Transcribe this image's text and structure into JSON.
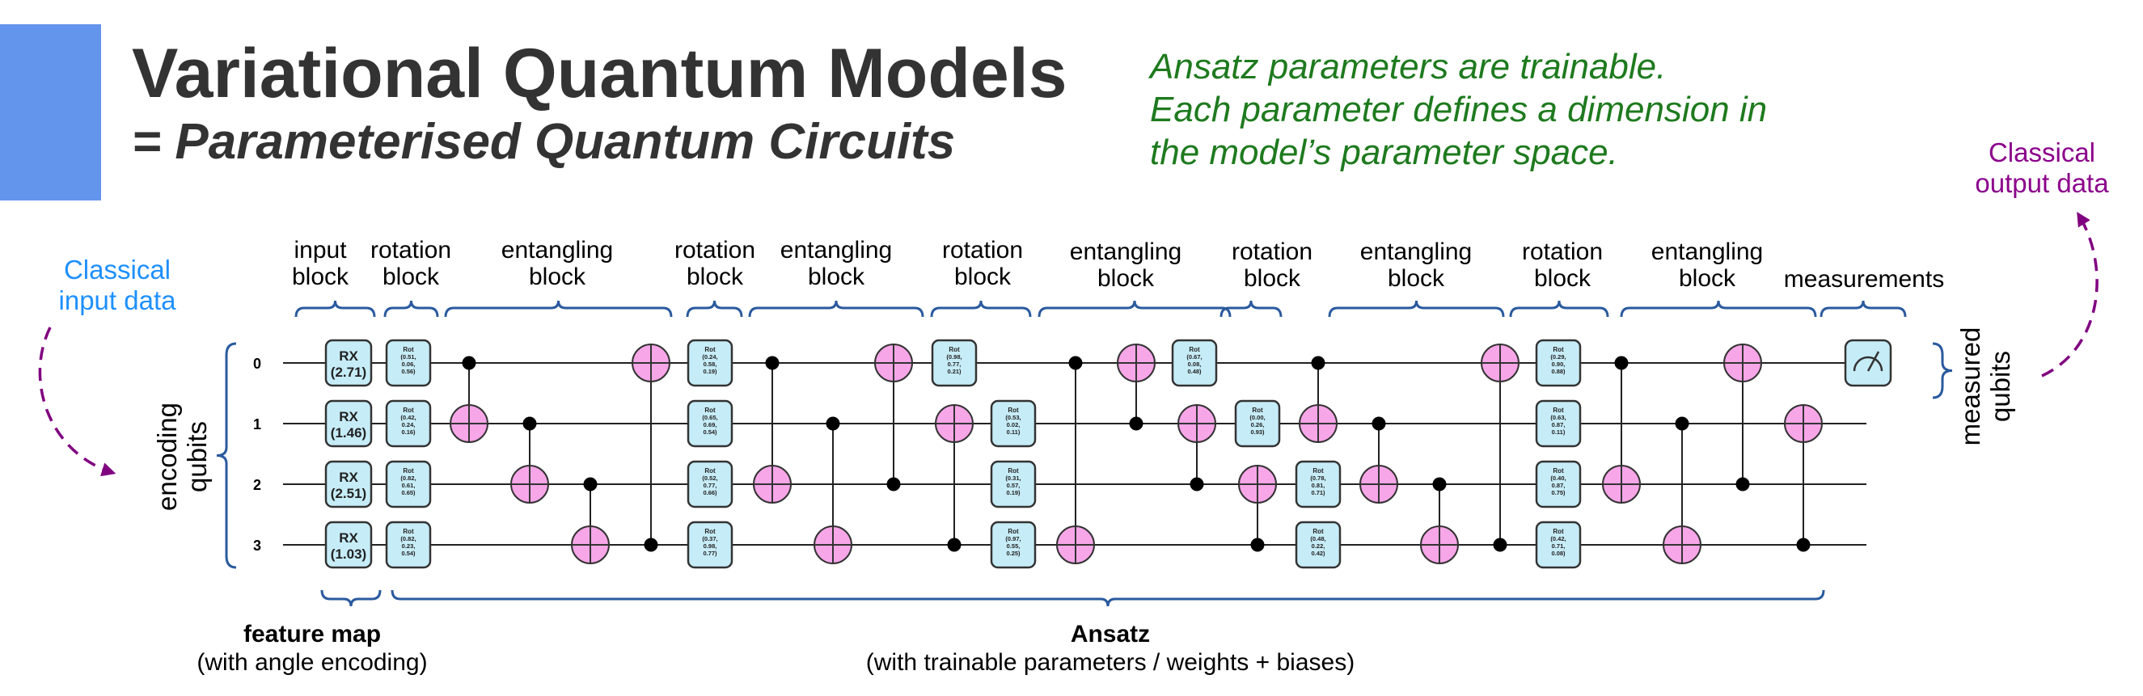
{
  "title": "Variational Quantum Models",
  "subtitle": "= Parameterised Quantum Circuits",
  "note_lines": [
    "Ansatz parameters are trainable.",
    "Each parameter defines a dimension in",
    "the model’s parameter space."
  ],
  "classical_input": [
    "Classical",
    "input data"
  ],
  "classical_output": [
    "Classical",
    "output data"
  ],
  "encoding_qubits": [
    "encoding",
    "qubits"
  ],
  "measured_qubits": [
    "measured",
    "qubits"
  ],
  "qubit_labels": [
    "0",
    "1",
    "2",
    "3"
  ],
  "section_labels": [
    [
      "input",
      "block"
    ],
    [
      "rotation",
      "block"
    ],
    [
      "entangling",
      "block"
    ],
    [
      "rotation",
      "block"
    ],
    [
      "entangling",
      "block"
    ],
    [
      "rotation",
      "block"
    ],
    [
      "entangling",
      "block"
    ],
    [
      "rotation",
      "block"
    ],
    [
      "entangling",
      "block"
    ],
    [
      "rotation",
      "block"
    ],
    [
      "entangling",
      "block"
    ],
    [
      "measurements"
    ]
  ],
  "feature_map": {
    "title": "feature map",
    "subtitle": "(with angle encoding)"
  },
  "ansatz": {
    "title": "Ansatz",
    "subtitle": "(with trainable parameters / weights + biases)"
  },
  "rx_gate_label": "RX",
  "rx_angles": [
    "(2.71)",
    "(1.46)",
    "(2.51)",
    "(1.03)"
  ],
  "rot_gate_label": "Rot",
  "rot_layers": [
    {
      "params": [
        [
          "0.51,",
          "0.06,",
          "0.56)"
        ],
        [
          "0.42,",
          "0.24,",
          "0.16)"
        ],
        [
          "0.82,",
          "0.61,",
          "0.65)"
        ],
        [
          "0.82,",
          "0.23,",
          "0.54)"
        ]
      ]
    },
    {
      "params": [
        [
          "0.24,",
          "0.58,",
          "0.19)"
        ],
        [
          "0.65,",
          "0.69,",
          "0.54)"
        ],
        [
          "0.52,",
          "0.77,",
          "0.66)"
        ],
        [
          "0.37,",
          "0.98,",
          "0.77)"
        ]
      ]
    },
    {
      "params": [
        [
          "0.98,",
          "0.77,",
          "0.21)"
        ],
        [
          "0.53,",
          "0.02,",
          "0.11)"
        ],
        [
          "0.31,",
          "0.57,",
          "0.19)"
        ],
        [
          "0.97,",
          "0.55,",
          "0.25)"
        ]
      ]
    },
    {
      "params": [
        [
          "0.67,",
          "0.08,",
          "0.48)"
        ],
        [
          "0.00,",
          "0.26,",
          "0.93)"
        ],
        [
          "0.78,",
          "0.81,",
          "0.71)"
        ],
        [
          "0.48,",
          "0.22,",
          "0.42)"
        ]
      ]
    },
    {
      "params": [
        [
          "0.29,",
          "0.90,",
          "0.88)"
        ],
        [
          "0.63,",
          "0.87,",
          "0.11)"
        ],
        [
          "0.40,",
          "0.87,",
          "0.75)"
        ],
        [
          "0.42,",
          "0.71,",
          "0.08)"
        ]
      ]
    }
  ],
  "colors": {
    "title": "#333333",
    "accent_block": "#6495ed",
    "note": "#1e7a1e",
    "classical_input": "#1e90ff",
    "classical_output": "#8b008b",
    "brace": "#2a5a9e",
    "gate_fill": "#c6ecf7",
    "cnot_fill": "#f7a6e8",
    "wire": "#222222"
  }
}
